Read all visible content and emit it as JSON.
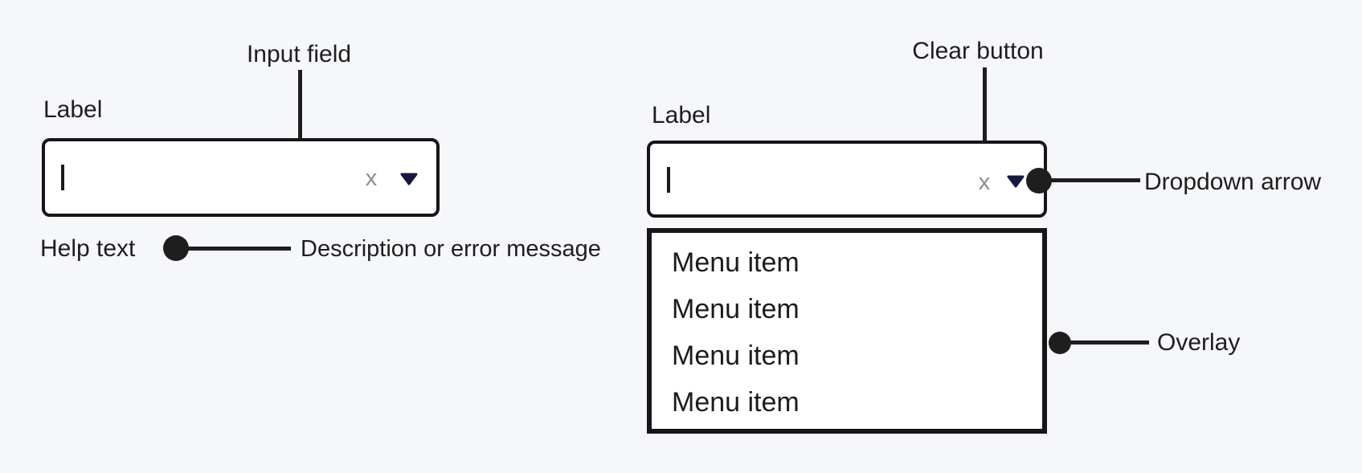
{
  "colors": {
    "background": "#f6f7fa",
    "ink": "#1e1e1e",
    "box_border": "#161616",
    "box_fill": "#ffffff",
    "clear_x_gray": "#8a8d92",
    "dropdown_arrow_navy": "#17173f"
  },
  "annotations": {
    "input_field": "Input field",
    "clear_button": "Clear button",
    "dropdown_arrow": "Dropdown arrow",
    "overlay": "Overlay",
    "help_description": "Description or error message"
  },
  "left_combobox": {
    "label": "Label",
    "clear_glyph": "x",
    "help_text": "Help text"
  },
  "right_combobox": {
    "label": "Label",
    "clear_glyph": "x",
    "menu_items": [
      "Menu item",
      "Menu item",
      "Menu item",
      "Menu item"
    ]
  }
}
